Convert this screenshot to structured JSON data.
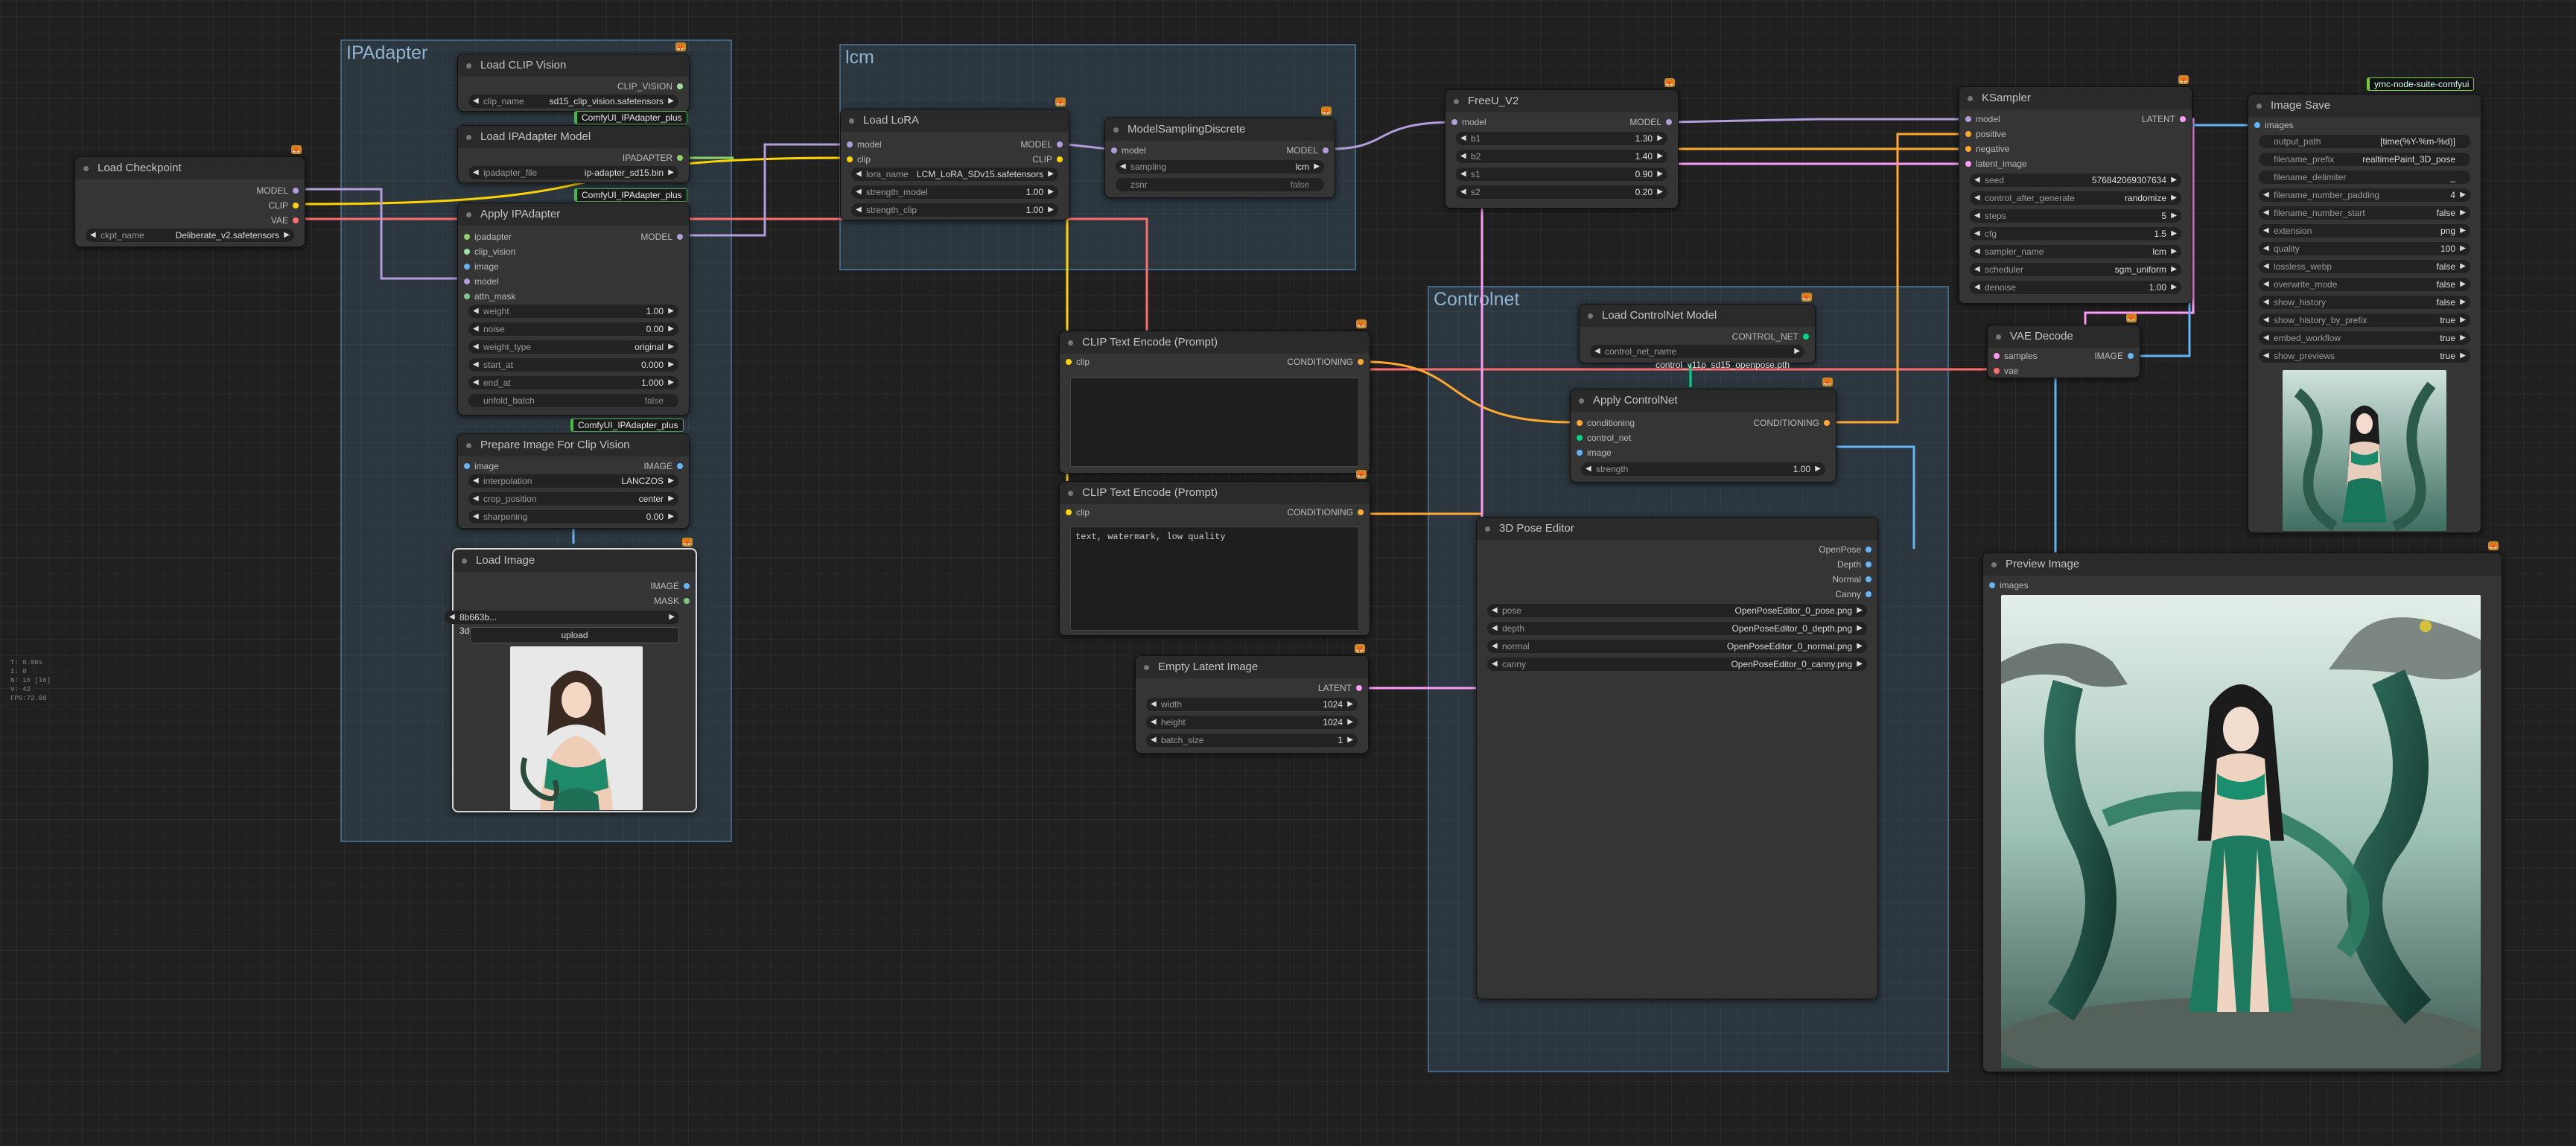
{
  "stats": [
    "T: 0.00s",
    "I: 0",
    "N: 16 [16]",
    "V: 42",
    "FPS:72.88"
  ],
  "groups": {
    "ipadapter": "IPAdapter",
    "lcm": "lcm",
    "controlnet": "Controlnet"
  },
  "colors": {
    "model": "#b39ddb",
    "clip": "#ffd500",
    "vae": "#ff6e6e",
    "conditioning": "#ffa931",
    "latent": "#ff9cf9",
    "image": "#64b5f6",
    "ipadapter": "#8fd16b",
    "control": "#00d78d",
    "mask": "#81c784"
  },
  "load_checkpoint": {
    "title": "Load Checkpoint",
    "out_model": "MODEL",
    "out_clip": "CLIP",
    "out_vae": "VAE",
    "ckpt_label": "ckpt_name",
    "ckpt_value": "Deliberate_v2.safetensors"
  },
  "load_clip_vision": {
    "title": "Load CLIP Vision",
    "out": "CLIP_VISION",
    "label": "clip_name",
    "value": "sd15_clip_vision.safetensors",
    "pill": "ComfyUI_IPAdapter_plus"
  },
  "load_ipadapter_model": {
    "title": "Load IPAdapter Model",
    "out": "IPADAPTER",
    "label": "ipadapter_file",
    "value": "ip-adapter_sd15.bin",
    "pill": "ComfyUI_IPAdapter_plus"
  },
  "apply_ipadapter": {
    "title": "Apply IPAdapter",
    "inputs": [
      "ipadapter",
      "clip_vision",
      "image",
      "model",
      "attn_mask"
    ],
    "out": "MODEL",
    "widgets": [
      {
        "l": "weight",
        "v": "1.00"
      },
      {
        "l": "noise",
        "v": "0.00"
      },
      {
        "l": "weight_type",
        "v": "original"
      },
      {
        "l": "start_at",
        "v": "0.000"
      },
      {
        "l": "end_at",
        "v": "1.000"
      }
    ],
    "toggle": {
      "l": "unfold_batch",
      "v": "false"
    },
    "pill": "ComfyUI_IPAdapter_plus"
  },
  "prepare_image": {
    "title": "Prepare Image For Clip Vision",
    "in": "image",
    "out": "IMAGE",
    "widgets": [
      {
        "l": "interpolation",
        "v": "LANCZOS"
      },
      {
        "l": "crop_position",
        "v": "center"
      },
      {
        "l": "sharpening",
        "v": "0.00"
      }
    ]
  },
  "load_image": {
    "title": "Load Image",
    "out_image": "IMAGE",
    "out_mask": "MASK",
    "filename": "8b663b... 3d4cf70c598d40201c3afdc8cb984a84.jpeg",
    "upload": "upload"
  },
  "load_lora": {
    "title": "Load LoRA",
    "in_model": "model",
    "in_clip": "clip",
    "out_model": "MODEL",
    "out_clip": "CLIP",
    "widgets": [
      {
        "l": "lora_name",
        "v": "LCM_LoRA_SDv15.safetensors"
      },
      {
        "l": "strength_model",
        "v": "1.00"
      },
      {
        "l": "strength_clip",
        "v": "1.00"
      }
    ]
  },
  "model_sampling": {
    "title": "ModelSamplingDiscrete",
    "in": "model",
    "out": "MODEL",
    "widgets": [
      {
        "l": "sampling",
        "v": "lcm"
      }
    ],
    "toggle": {
      "l": "zsnr",
      "v": "false"
    }
  },
  "clip_encode_pos": {
    "title": "CLIP Text Encode (Prompt)",
    "in": "clip",
    "out": "CONDITIONING",
    "text": ""
  },
  "clip_encode_neg": {
    "title": "CLIP Text Encode (Prompt)",
    "in": "clip",
    "out": "CONDITIONING",
    "text": "text, watermark, low quality"
  },
  "empty_latent": {
    "title": "Empty Latent Image",
    "out": "LATENT",
    "widgets": [
      {
        "l": "width",
        "v": "1024"
      },
      {
        "l": "height",
        "v": "1024"
      },
      {
        "l": "batch_size",
        "v": "1"
      }
    ]
  },
  "freeu": {
    "title": "FreeU_V2",
    "in": "model",
    "out": "MODEL",
    "widgets": [
      {
        "l": "b1",
        "v": "1.30"
      },
      {
        "l": "b2",
        "v": "1.40"
      },
      {
        "l": "s1",
        "v": "0.90"
      },
      {
        "l": "s2",
        "v": "0.20"
      }
    ]
  },
  "ksampler": {
    "title": "KSampler",
    "inputs": [
      "model",
      "positive",
      "negative",
      "latent_image"
    ],
    "out": "LATENT",
    "widgets": [
      {
        "l": "seed",
        "v": "576842069307634"
      },
      {
        "l": "control_after_generate",
        "v": "randomize"
      },
      {
        "l": "steps",
        "v": "5"
      },
      {
        "l": "cfg",
        "v": "1.5"
      },
      {
        "l": "sampler_name",
        "v": "lcm"
      },
      {
        "l": "scheduler",
        "v": "sgm_uniform"
      },
      {
        "l": "denoise",
        "v": "1.00"
      }
    ]
  },
  "load_controlnet": {
    "title": "Load ControlNet Model",
    "out": "CONTROL_NET",
    "label": "control_net_name",
    "value": "control_v11p_sd15_openpose.pth"
  },
  "apply_controlnet": {
    "title": "Apply ControlNet",
    "inputs": [
      "conditioning",
      "control_net",
      "image"
    ],
    "out": "CONDITIONING",
    "widgets": [
      {
        "l": "strength",
        "v": "1.00"
      }
    ]
  },
  "pose_editor": {
    "title": "3D Pose Editor",
    "outputs": [
      "OpenPose",
      "Depth",
      "Normal",
      "Canny"
    ],
    "widgets": [
      {
        "l": "pose",
        "v": "OpenPoseEditor_0_pose.png"
      },
      {
        "l": "depth",
        "v": "OpenPoseEditor_0_depth.png"
      },
      {
        "l": "normal",
        "v": "OpenPoseEditor_0_normal.png"
      },
      {
        "l": "canny",
        "v": "OpenPoseEditor_0_canny.png"
      }
    ]
  },
  "vae_decode": {
    "title": "VAE Decode",
    "in_samples": "samples",
    "in_vae": "vae",
    "out": "IMAGE"
  },
  "image_save": {
    "title": "Image Save",
    "in": "images",
    "pill": "ymc-node-suite-comfyui",
    "widgets": [
      {
        "l": "output_path",
        "v": "[time(%Y-%m-%d)]"
      },
      {
        "l": "filename_prefix",
        "v": "realtimePaint_3D_pose"
      },
      {
        "l": "filename_delimiter",
        "v": "_"
      },
      {
        "l": "filename_number_padding",
        "v": "4"
      },
      {
        "l": "filename_number_start",
        "v": "false"
      },
      {
        "l": "extension",
        "v": "png"
      },
      {
        "l": "quality",
        "v": "100"
      },
      {
        "l": "lossless_webp",
        "v": "false"
      },
      {
        "l": "overwrite_mode",
        "v": "false"
      },
      {
        "l": "show_history",
        "v": "false"
      },
      {
        "l": "show_history_by_prefix",
        "v": "true"
      },
      {
        "l": "embed_workflow",
        "v": "true"
      },
      {
        "l": "show_previews",
        "v": "true"
      }
    ]
  },
  "preview_image": {
    "title": "Preview Image",
    "in": "images"
  }
}
